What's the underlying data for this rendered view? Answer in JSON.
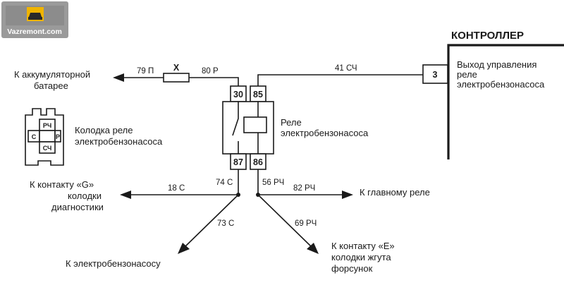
{
  "logo": {
    "site": "Vazremont.com"
  },
  "controller": {
    "title": "КОНТРОЛЛЕР",
    "pin": "3",
    "output_lines": [
      "Выход управления",
      "реле",
      "электробензонасоса"
    ]
  },
  "relay": {
    "label_lines": [
      "Реле",
      "электробензонасоса"
    ],
    "pins": {
      "p30": "30",
      "p85": "85",
      "p87": "87",
      "p86": "86"
    }
  },
  "connector": {
    "label_lines": [
      "Колодка реле",
      "электробензонасоса"
    ],
    "cells": {
      "top": "РЧ",
      "left": "С",
      "right": "Р",
      "bottom": "СЧ"
    }
  },
  "fuse_label": "Х",
  "wires": {
    "w79": "79 П",
    "w80": "80 Р",
    "w41": "41 СЧ",
    "w18": "18 С",
    "w74": "74 С",
    "w56": "56 РЧ",
    "w82": "82 РЧ",
    "w73": "73 С",
    "w69": "69 РЧ"
  },
  "destinations": {
    "battery": [
      "К аккумуляторной",
      "батарее"
    ],
    "diagnostics": [
      "К контакту «G»",
      "колодки",
      "диагностики"
    ],
    "main_relay": "К главному реле",
    "fuel_pump": "К электробензонасосу",
    "injectors": [
      "К контакту «E»",
      "колодки жгута",
      "форсунок"
    ]
  }
}
